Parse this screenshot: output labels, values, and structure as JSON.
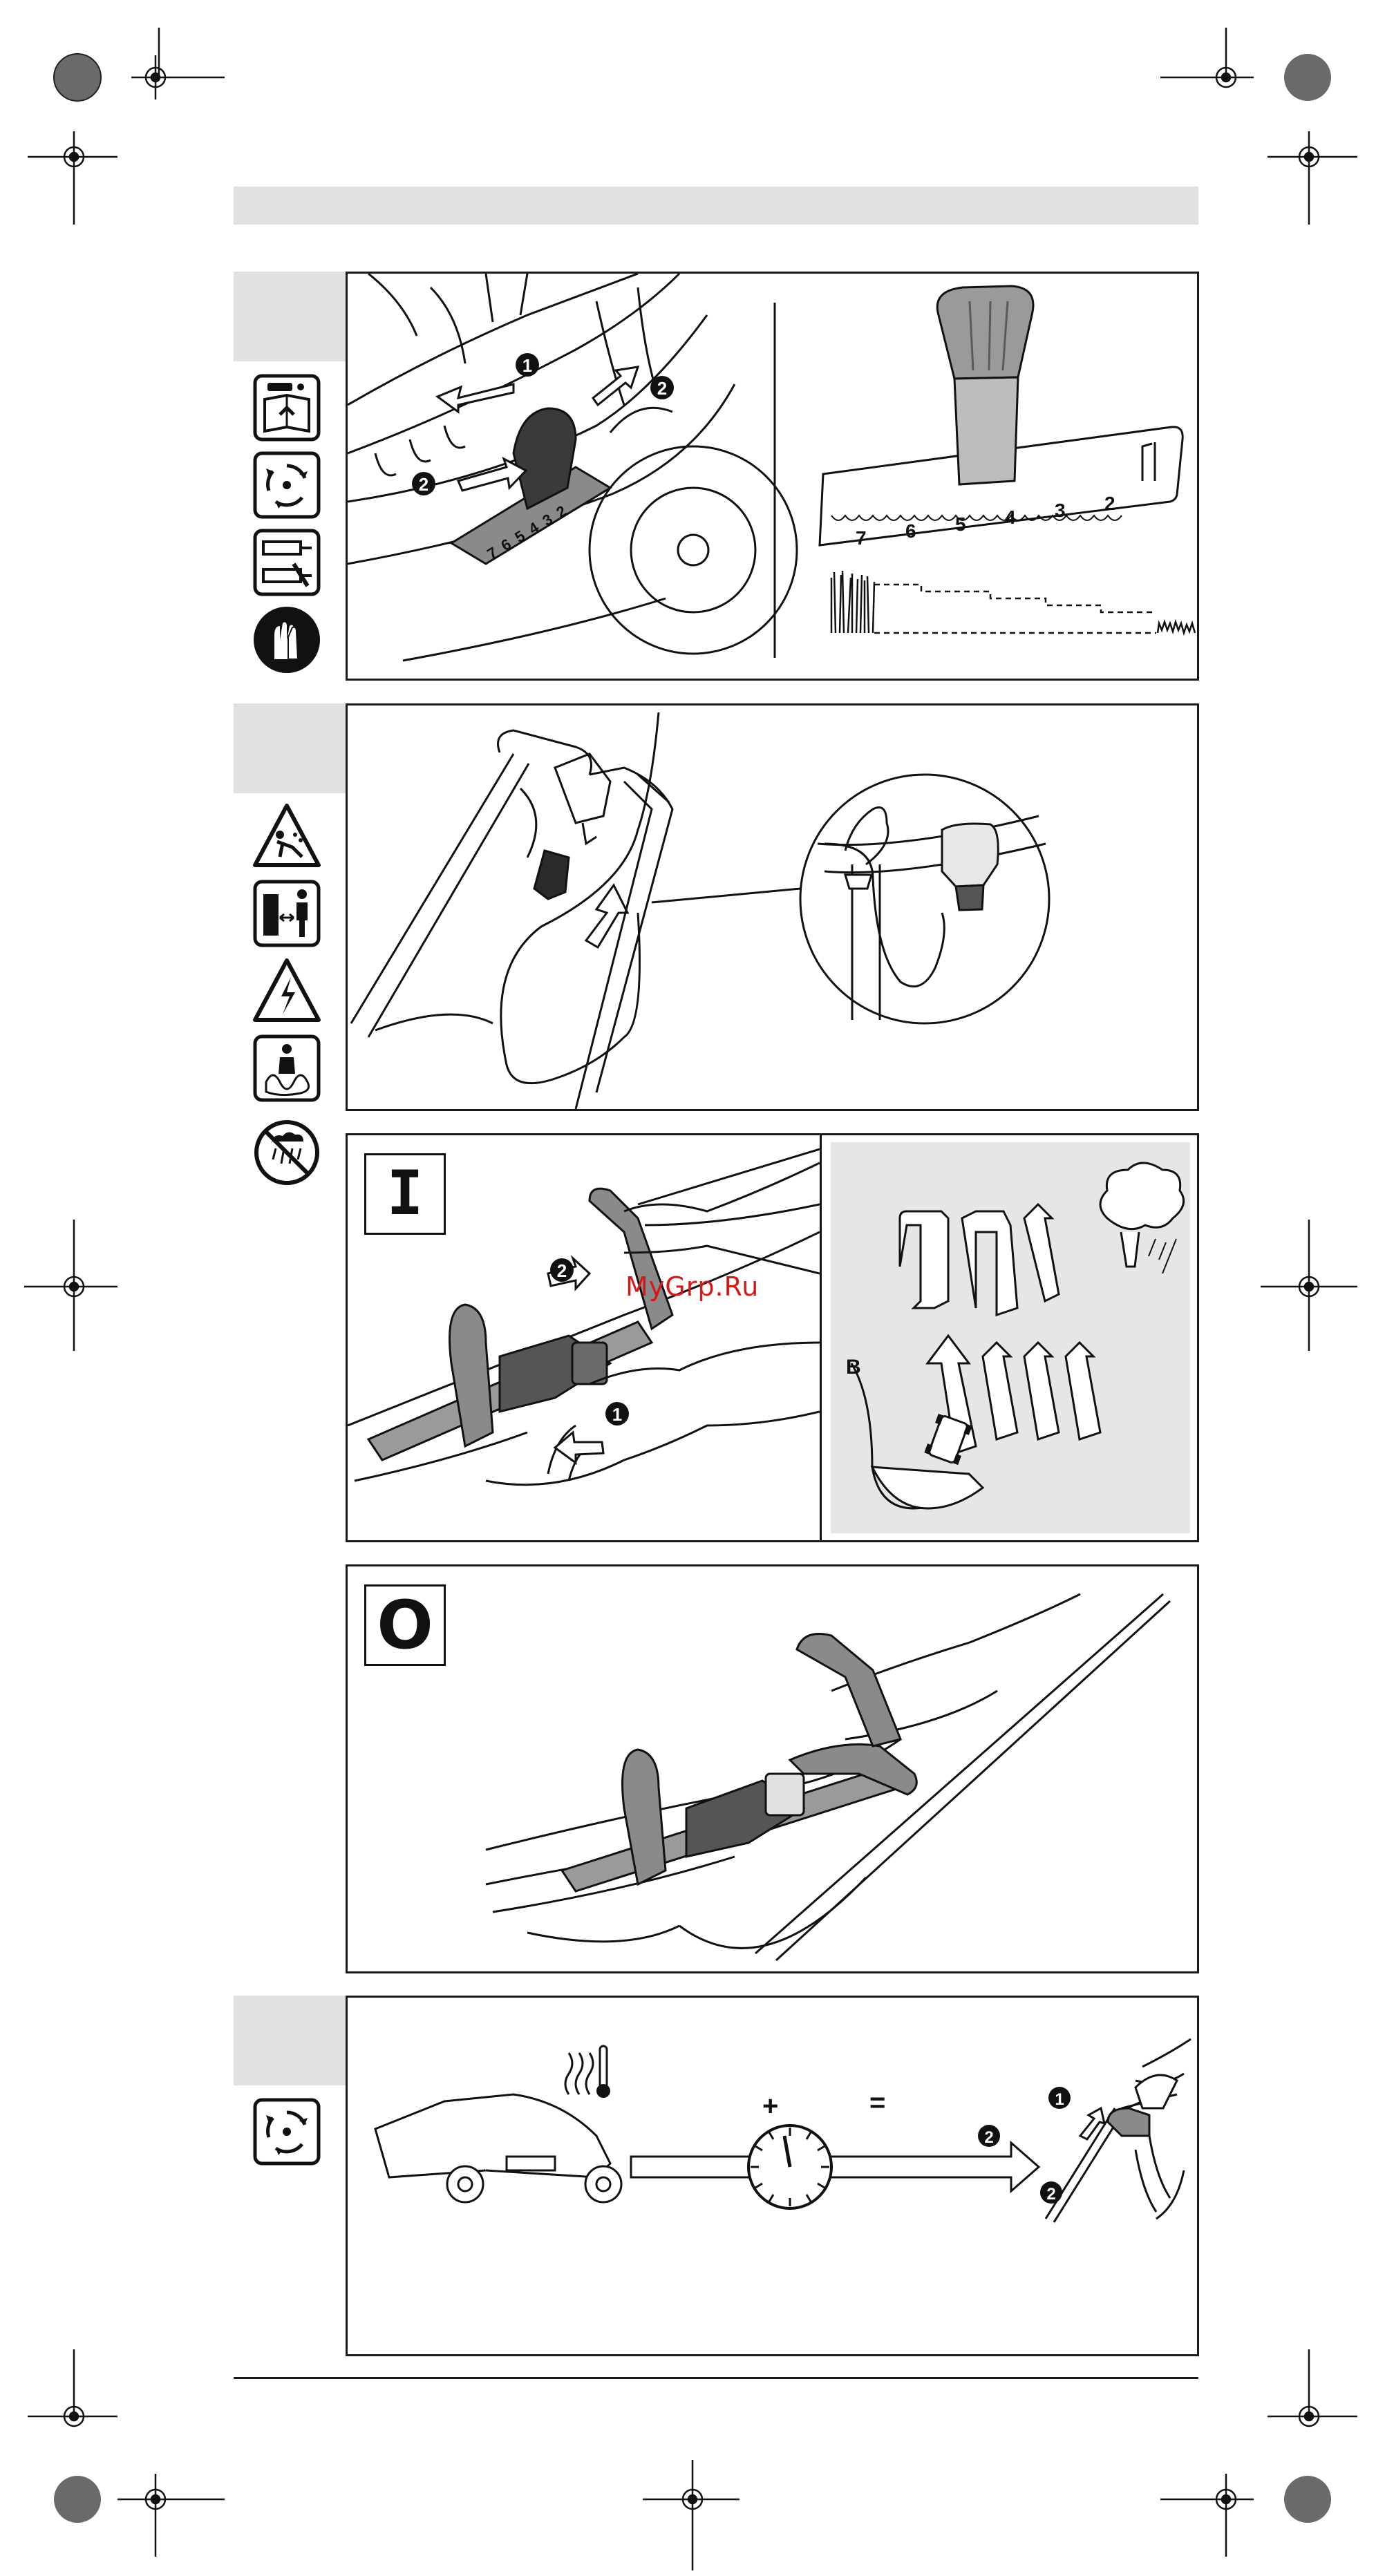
{
  "watermark": "MyGrp.Ru",
  "figure1": {
    "callouts": [
      "1",
      "2",
      "2"
    ],
    "scale_numbers": [
      "7",
      "6",
      "5",
      "4",
      "3",
      "2"
    ],
    "detail_numbers": [
      "7",
      "6",
      "5",
      "4",
      "3",
      "2"
    ]
  },
  "figure3": {
    "label": "I",
    "callouts": [
      "2",
      "1"
    ],
    "start_marker": "B"
  },
  "figure4": {
    "label": "O"
  },
  "figure5": {
    "plus": "+",
    "equals": "=",
    "callouts": [
      "1",
      "2",
      "2"
    ]
  },
  "side_icons": [
    "read-manual-icon",
    "rotating-blade-icon",
    "switch-off-unplug-icon",
    "wear-gloves-icon",
    "ejected-objects-warning-icon",
    "keep-distance-icon",
    "electric-shock-icon",
    "cable-entangle-icon",
    "no-rain-icon",
    "rotating-blade-icon"
  ]
}
